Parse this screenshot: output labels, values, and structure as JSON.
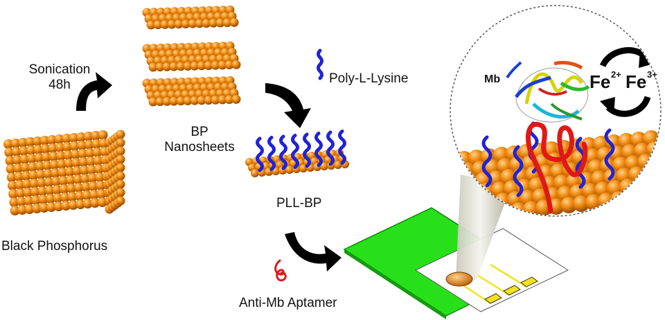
{
  "labels": {
    "sonication_line1": "Sonication",
    "sonication_line2": "48h",
    "bp_nanosheets_line1": "BP",
    "bp_nanosheets_line2": "Nanosheets",
    "black_phosphorus": "Black Phosphorus",
    "poly_l_lysine": "Poly-L-Lysine",
    "pll_bp": "PLL-BP",
    "anti_mb_aptamer": "Anti-Mb Aptamer",
    "mb": "Mb",
    "fe2": "Fe",
    "fe2_charge": "2+",
    "fe3": "Fe",
    "fe3_charge": "3+"
  },
  "colors": {
    "sphere": "#f08a10",
    "sphere_dark": "#8a4200",
    "pll": "#1f23d8",
    "aptamer": "#e01818",
    "electrode": "#28e01a",
    "electrode_dark": "#0c8a06",
    "arrow": "#000000"
  }
}
